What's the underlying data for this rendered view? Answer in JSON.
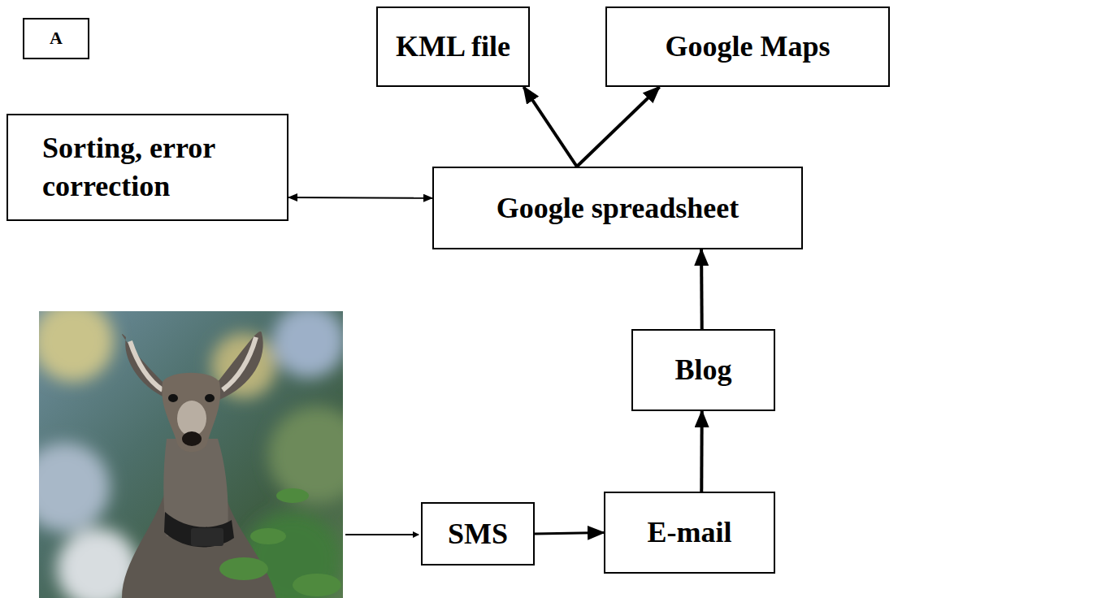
{
  "diagram": {
    "nodes": [
      {
        "text": [
          "A"
        ]
      },
      {
        "text": [
          "KML file"
        ]
      },
      {
        "text": [
          "Google Maps"
        ]
      },
      {
        "text": [
          "Sorting, error correction"
        ]
      },
      {
        "text": [
          "Google spreadsheet"
        ]
      },
      {
        "text": [
          "Blog"
        ]
      },
      {
        "text": [
          "SMS"
        ]
      },
      {
        "text": [
          "E-mail"
        ]
      }
    ],
    "edges": [
      {
        "from": 3,
        "to": 4,
        "arrow": "both"
      },
      {
        "from": 4,
        "to": 1,
        "arrow": "to"
      },
      {
        "from": 4,
        "to": 2,
        "arrow": "to"
      },
      {
        "from": 5,
        "to": 4,
        "arrow": "to"
      },
      {
        "from": 7,
        "to": 5,
        "arrow": "to"
      },
      {
        "from": 6,
        "to": 7,
        "arrow": "to"
      }
    ]
  }
}
